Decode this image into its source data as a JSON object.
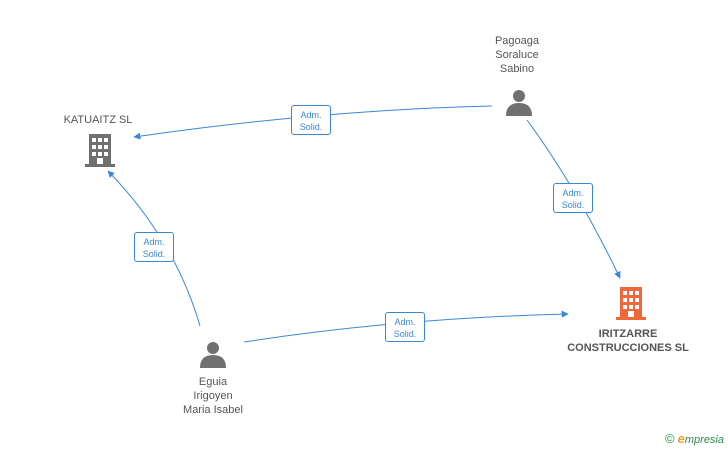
{
  "colors": {
    "edge": "#3a87d6",
    "person": "#707070",
    "company": "#707070",
    "company_highlight": "#f0673a",
    "label": "#555555"
  },
  "nodes": {
    "pagoaga": {
      "type": "person",
      "name_lines": [
        "Pagoaga",
        "Soraluce",
        "Sabino"
      ],
      "icon": "person-icon"
    },
    "katuaitz": {
      "type": "company",
      "name_lines": [
        "KATUAITZ SL"
      ],
      "icon": "building-icon"
    },
    "iritzarre": {
      "type": "company",
      "name_lines": [
        "IRITZARRE",
        "CONSTRUCCIONES SL"
      ],
      "icon": "building-icon",
      "highlighted": true
    },
    "eguia": {
      "type": "person",
      "name_lines": [
        "Eguia",
        "Irigoyen",
        "Maria Isabel"
      ],
      "icon": "person-icon"
    }
  },
  "edges": [
    {
      "from": "pagoaga",
      "to": "katuaitz",
      "label_lines": [
        "Adm.",
        "Solid."
      ]
    },
    {
      "from": "pagoaga",
      "to": "iritzarre",
      "label_lines": [
        "Adm.",
        "Solid."
      ]
    },
    {
      "from": "eguia",
      "to": "katuaitz",
      "label_lines": [
        "Adm.",
        "Solid."
      ]
    },
    {
      "from": "eguia",
      "to": "iritzarre",
      "label_lines": [
        "Adm.",
        "Solid."
      ]
    }
  ],
  "brand": {
    "copyright": "©",
    "initial": "e",
    "rest": "mpresia"
  }
}
